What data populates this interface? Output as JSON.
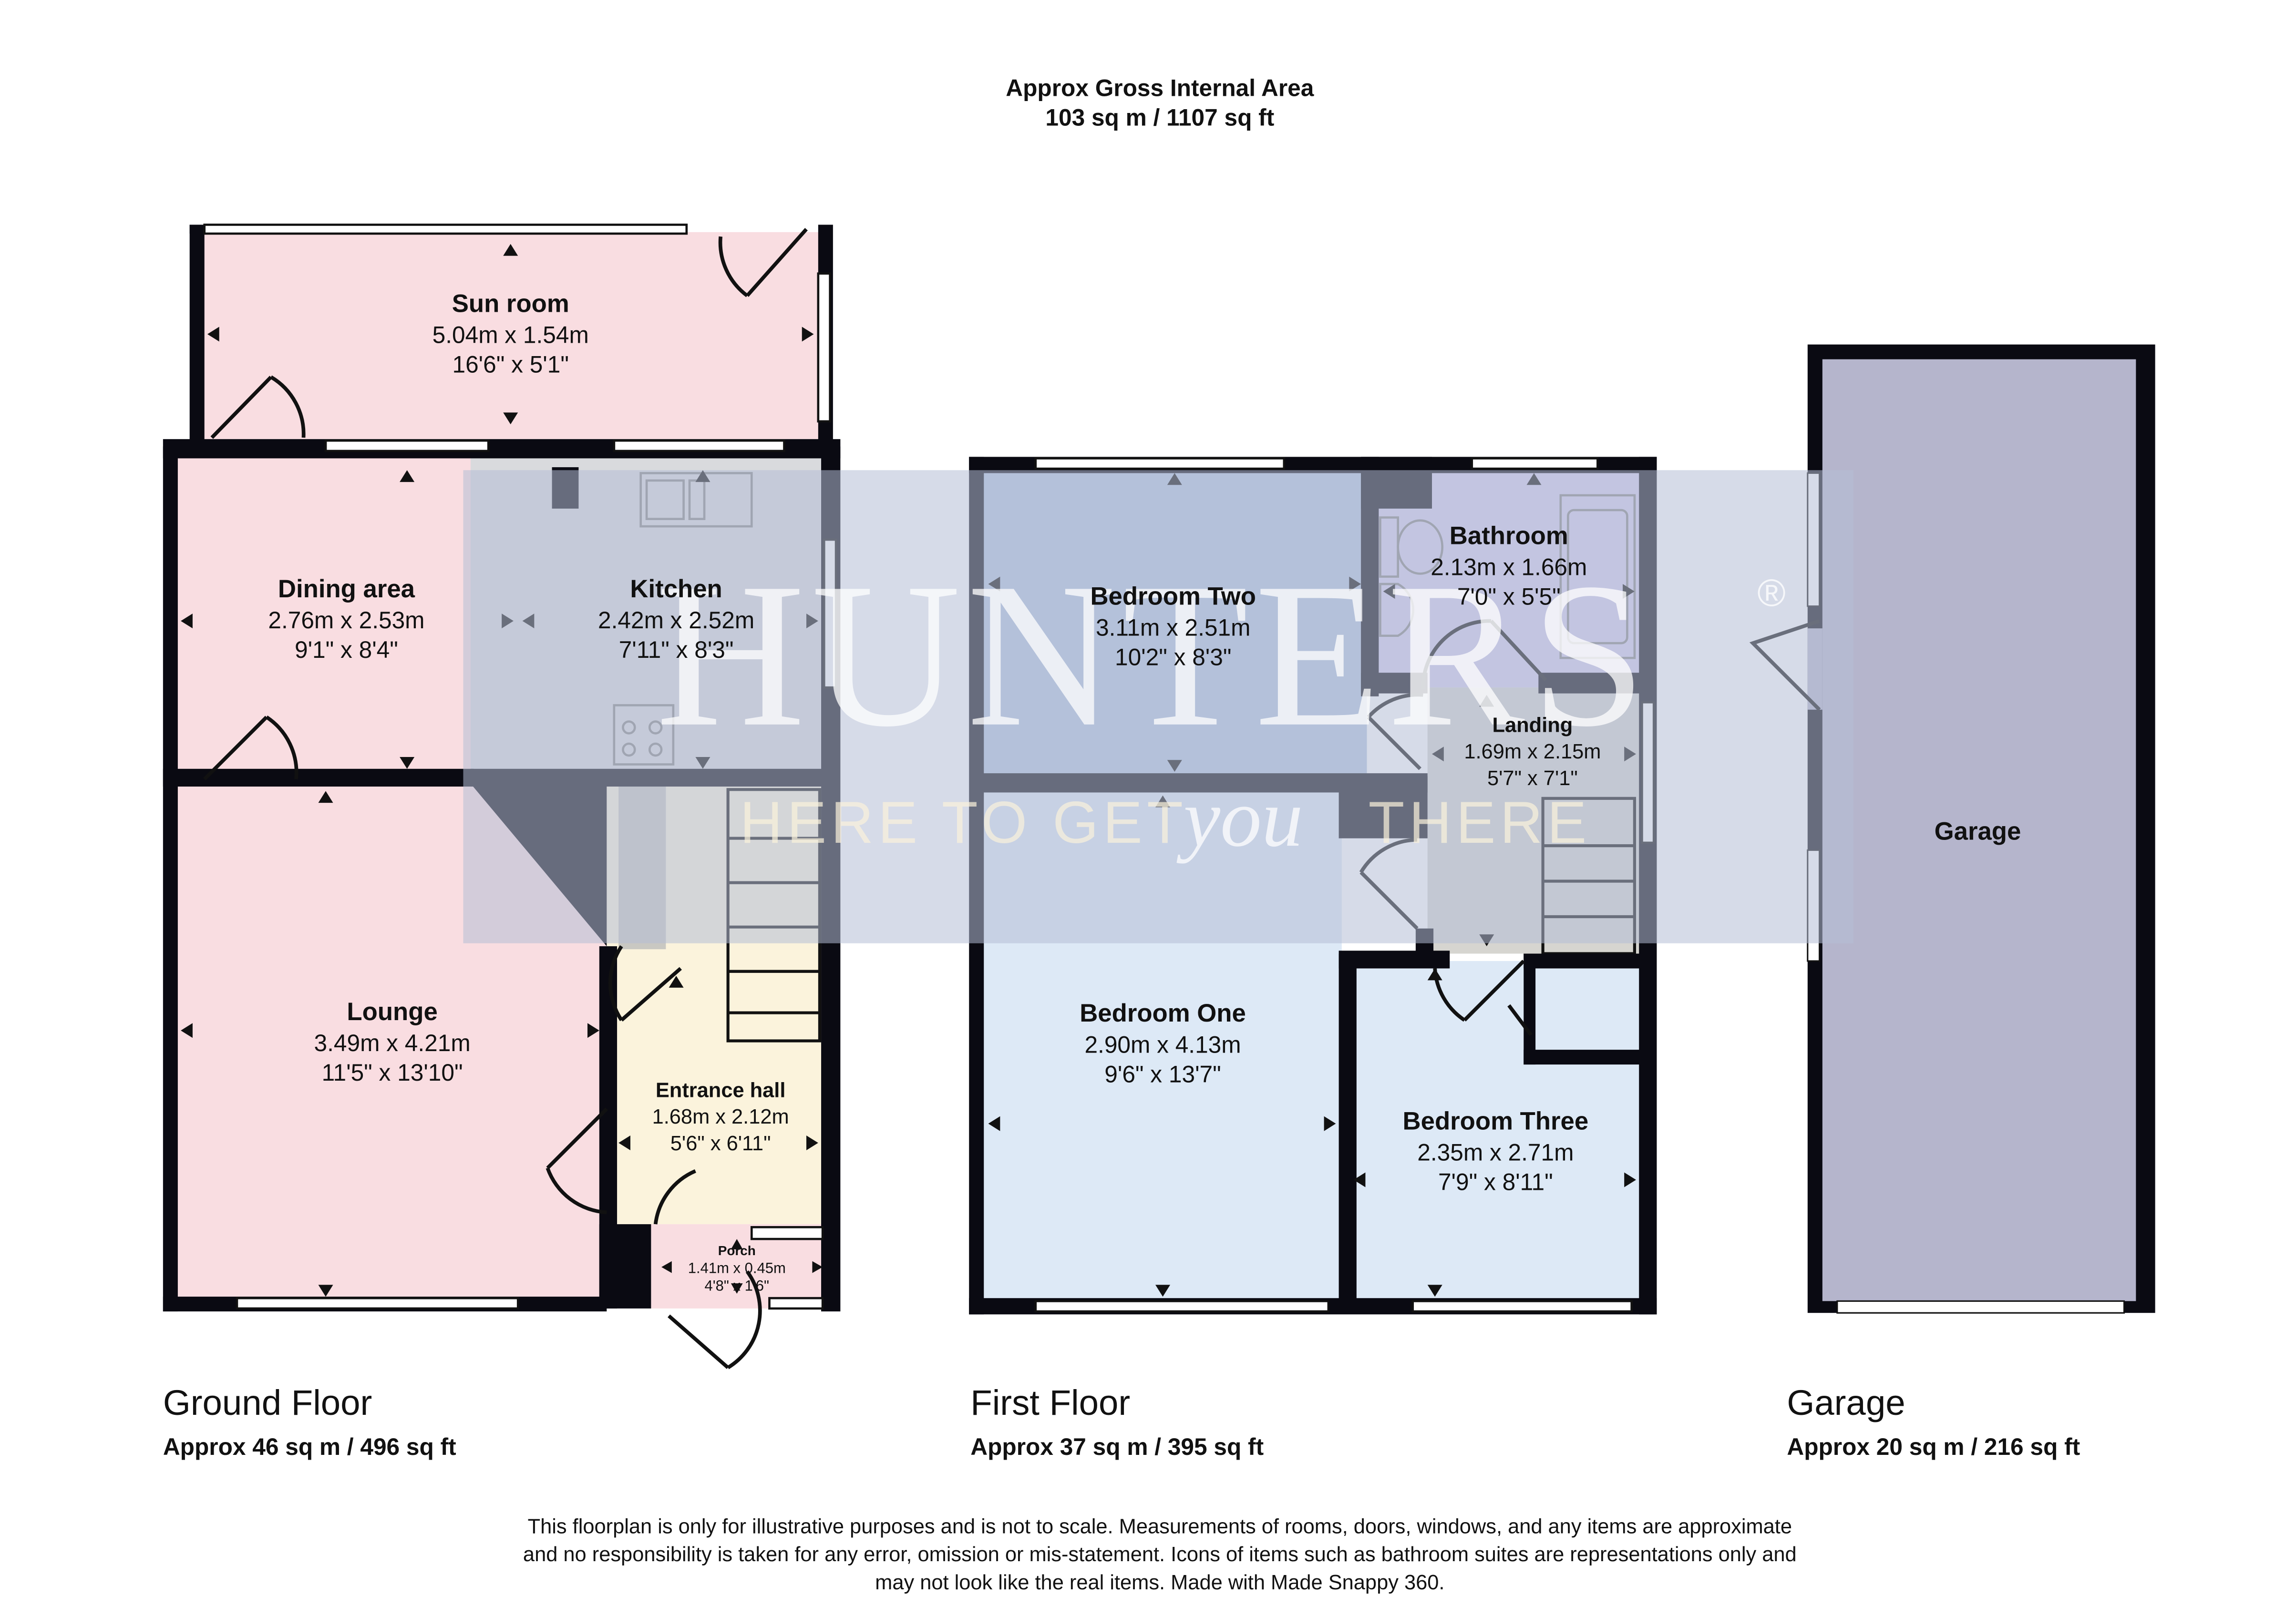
{
  "header": {
    "title": "Approx Gross Internal Area",
    "area": "103 sq m / 1107 sq ft"
  },
  "floors": [
    {
      "name": "Ground Floor",
      "area": "Approx 46 sq m / 496 sq ft"
    },
    {
      "name": "First Floor",
      "area": "Approx 37 sq m / 395 sq ft"
    },
    {
      "name": "Garage",
      "area": "Approx 20 sq m / 216 sq ft"
    }
  ],
  "rooms": {
    "sun_room": {
      "name": "Sun room",
      "metric": "5.04m x 1.54m",
      "imperial": "16'6\" x 5'1\""
    },
    "dining": {
      "name": "Dining area",
      "metric": "2.76m x 2.53m",
      "imperial": "9'1\" x 8'4\""
    },
    "kitchen": {
      "name": "Kitchen",
      "metric": "2.42m x 2.52m",
      "imperial": "7'11\" x 8'3\""
    },
    "lounge": {
      "name": "Lounge",
      "metric": "3.49m x 4.21m",
      "imperial": "11'5\" x 13'10\""
    },
    "entrance": {
      "name": "Entrance hall",
      "metric": "1.68m x 2.12m",
      "imperial": "5'6\" x 6'11\""
    },
    "porch": {
      "name": "Porch",
      "metric": "1.41m x 0.45m",
      "imperial": "4'8\" x 1'6\""
    },
    "bed2": {
      "name": "Bedroom Two",
      "metric": "3.11m x 2.51m",
      "imperial": "10'2\" x 8'3\""
    },
    "bathroom": {
      "name": "Bathroom",
      "metric": "2.13m x 1.66m",
      "imperial": "7'0\" x 5'5\""
    },
    "landing": {
      "name": "Landing",
      "metric": "1.69m x 2.15m",
      "imperial": "5'7\" x 7'1\""
    },
    "bed1": {
      "name": "Bedroom One",
      "metric": "2.90m x 4.13m",
      "imperial": "9'6\" x 13'7\""
    },
    "bed3": {
      "name": "Bedroom Three",
      "metric": "2.35m x 2.71m",
      "imperial": "7'9\" x 8'11\""
    },
    "garage": {
      "name": "Garage"
    }
  },
  "watermark": {
    "brand": "HUNTERS",
    "reg": "®",
    "tagline_a": "HERE TO GET",
    "tagline_b": "you",
    "tagline_c": "THERE"
  },
  "disclaimer": [
    "This floorplan is only for illustrative purposes and is not to scale. Measurements of rooms, doors, windows, and any items are approximate",
    "and no responsibility is taken for any error, omission or mis-statement. Icons of items such as bathroom suites are representations only and",
    "may not look like the real items. Made with Made Snappy 360."
  ],
  "colors": {
    "pink": "#f9dde1",
    "cream": "#fbf3dc",
    "blue": "#b3c6e0",
    "lightblue": "#dde9f6",
    "lavender": "#d6cff0",
    "grey": "#d6d5d0",
    "garage": "#b5b5cc",
    "wall": "#0a0a12"
  }
}
